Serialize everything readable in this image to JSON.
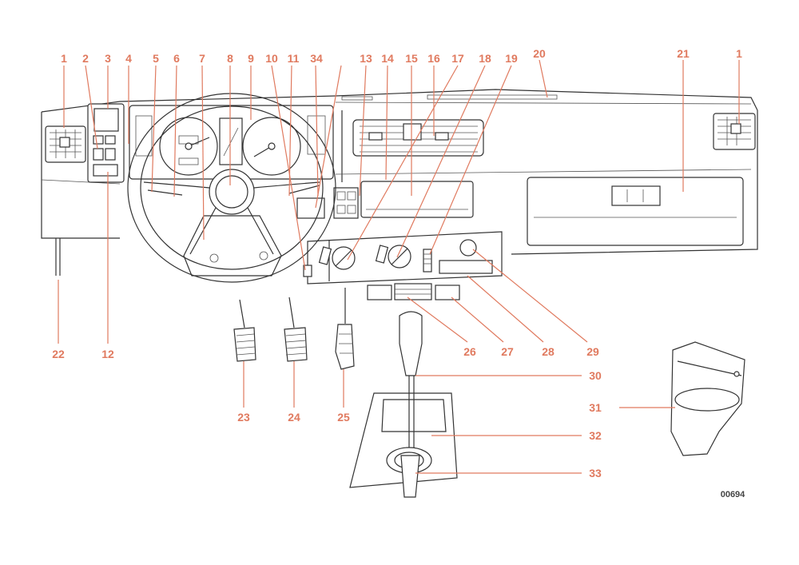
{
  "diagram": {
    "reference_code": "00694",
    "callouts": [
      "1",
      "2",
      "3",
      "4",
      "5",
      "6",
      "7",
      "8",
      "9",
      "10",
      "11",
      "34",
      "13",
      "14",
      "15",
      "16",
      "17",
      "18",
      "19",
      "20",
      "21",
      "1",
      "22",
      "12",
      "23",
      "24",
      "25",
      "26",
      "27",
      "28",
      "29",
      "30",
      "31",
      "32",
      "33"
    ]
  },
  "colors": {
    "callout": "#e07a5f",
    "line": "#333333"
  }
}
